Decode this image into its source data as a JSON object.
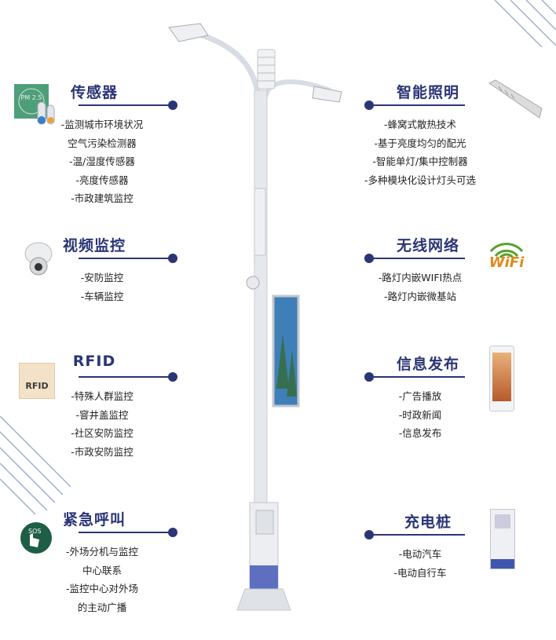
{
  "left_sections": [
    {
      "id": "sensor",
      "title": "传感器",
      "items": [
        "-监测城市环境状况",
        "空气污染检测器",
        "-温/湿度传感器",
        "-亮度传感器",
        "-市政建筑监控"
      ]
    },
    {
      "id": "video",
      "title": "视频监控",
      "items": [
        "-安防监控",
        "-车辆监控"
      ]
    },
    {
      "id": "rfid",
      "title": "RFID",
      "items": [
        "-特殊人群监控",
        "-窨井盖监控",
        "-社区安防监控",
        "-市政安防监控"
      ]
    },
    {
      "id": "emergency",
      "title": "紧急呼叫",
      "items": [
        "-外场分机与监控",
        "中心联系",
        "-监控中心对外场",
        "的主动广播"
      ]
    }
  ],
  "right_sections": [
    {
      "id": "lighting",
      "title": "智能照明",
      "items": [
        "-蜂窝式散热技术",
        "-基于亮度均匀的配光",
        "-智能单灯/集中控制器",
        "-多种模块化设计灯头可选"
      ]
    },
    {
      "id": "wireless",
      "title": "无线网络",
      "items": [
        "-路灯内嵌WIFI热点",
        "-路灯内嵌微基站"
      ]
    },
    {
      "id": "info",
      "title": "信息发布",
      "items": [
        "-广告播放",
        "-时政新闻",
        "-信息发布"
      ]
    },
    {
      "id": "charging",
      "title": "充电桩",
      "items": [
        "-电动汽车",
        "-电动自行车"
      ]
    }
  ],
  "icon_labels": {
    "pm": "PM 2.5",
    "rfid": "RFID",
    "sos": "SOS",
    "wifi": "WiFi"
  },
  "colors": {
    "accent": "#2b3576",
    "sensor_green": "#4f9e7a",
    "sos_green": "#1f5e46",
    "wifi_orange": "#e08a1e",
    "wifi_green": "#5aa02c"
  }
}
